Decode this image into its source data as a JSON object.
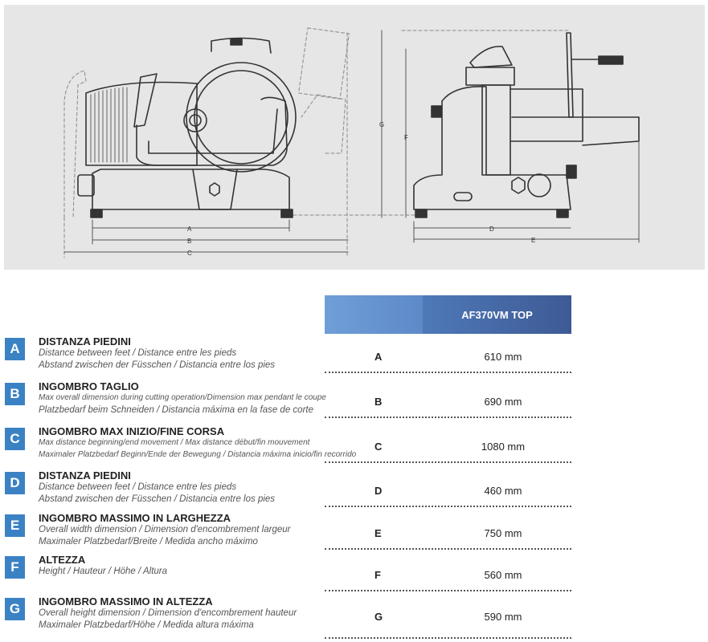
{
  "drawing": {
    "dimension_labels": [
      "A",
      "B",
      "C",
      "D",
      "E",
      "F",
      "G"
    ]
  },
  "table": {
    "model_header": "AF370VM TOP",
    "rows": [
      {
        "code": "A",
        "title": "DISTANZA PIEDINI",
        "line1": "Distance between feet / Distance entre les pieds",
        "line2": "Abstand zwischen der Füsschen / Distancia entre los pies",
        "value": "610 mm"
      },
      {
        "code": "B",
        "title": "INGOMBRO TAGLIO",
        "line1": "Max overall dimension during cutting operation/Dimension max pendant le coupe",
        "line2": "Platzbedarf beim Schneiden / Distancia máxima en la fase de corte",
        "value": "690 mm"
      },
      {
        "code": "C",
        "title": "INGOMBRO MAX INIZIO/FINE CORSA",
        "line1": "Max distance beginning/end movement / Max distance début/fin mouvement",
        "line2": "Maximaler Platzbedarf Beginn/Ende der Bewegung / Distancia máxima inicio/fin recorrido",
        "value": "1080 mm"
      },
      {
        "code": "D",
        "title": "DISTANZA PIEDINI",
        "line1": "Distance between feet / Distance entre les pieds",
        "line2": "Abstand zwischen der Füsschen / Distancia entre los pies",
        "value": "460 mm"
      },
      {
        "code": "E",
        "title": "INGOMBRO MASSIMO IN LARGHEZZA",
        "line1": "Overall width dimension / Dimension d'encombrement largeur",
        "line2": "Maximaler Platzbedarf/Breite / Medida ancho máximo",
        "value": "750 mm"
      },
      {
        "code": "F",
        "title": "ALTEZZA",
        "line1": "Height / Hauteur / Höhe / Altura",
        "line2": "",
        "value": "560 mm"
      },
      {
        "code": "G",
        "title": "INGOMBRO MASSIMO IN ALTEZZA",
        "line1": "Overall height dimension / Dimension d'encombrement hauteur",
        "line2": "Maximaler Platzbedarf/Höhe / Medida altura máxima",
        "value": "590 mm"
      }
    ]
  }
}
